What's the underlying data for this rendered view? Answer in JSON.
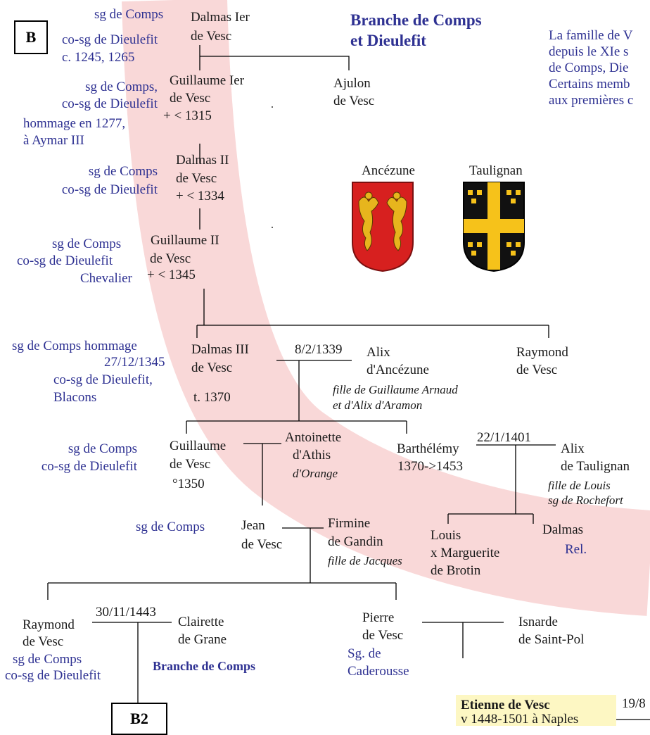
{
  "header": {
    "box_label": "B",
    "title_line1": "Branche de Comps",
    "title_line2": "et Dieulefit",
    "intro": [
      "La famille de V",
      "depuis le XIe  s",
      "de Comps, Die",
      "Certains memb",
      "aux premières c"
    ]
  },
  "coats_of_arms": [
    {
      "label": "Ancézune",
      "field_color": "#d7201f",
      "charge_color": "#e7b51d"
    },
    {
      "label": "Taulignan",
      "field_color": "#f6c21a",
      "charge_color": "#111111"
    }
  ],
  "persons": {
    "dalmas1": {
      "name": [
        "Dalmas Ier",
        "de Vesc"
      ],
      "notes": [
        "sg de Comps",
        "co-sg de Dieulefit",
        "c. 1245, 1265"
      ]
    },
    "guillaume1": {
      "name": [
        "Guillaume Ier",
        "de Vesc",
        "+ < 1315"
      ],
      "notes": [
        "sg de Comps,",
        "co-sg de Dieulefit",
        "hommage en 1277,",
        "à Aymar III"
      ]
    },
    "ajulon": {
      "name": [
        "Ajulon",
        "de Vesc"
      ]
    },
    "dalmas2": {
      "name": [
        "Dalmas II",
        "de Vesc",
        "+ < 1334"
      ],
      "notes": [
        "sg de Comps",
        "co-sg de Dieulefit"
      ]
    },
    "guillaume2": {
      "name": [
        "Guillaume II",
        "de Vesc",
        "+ < 1345"
      ],
      "notes": [
        "sg de Comps",
        "co-sg de Dieulefit",
        "Chevalier"
      ]
    },
    "dalmas3": {
      "name": [
        "Dalmas III",
        "de Vesc",
        "t. 1370"
      ],
      "notes": [
        "sg de Comps  hommage",
        "27/12/1345",
        "co-sg de Dieulefit,",
        "Blacons"
      ]
    },
    "marriage_dalmas3": {
      "date": "8/2/1339"
    },
    "alix_ancezune": {
      "name": [
        "Alix",
        "d'Ancézune"
      ],
      "italic": [
        "fille de Guillaume Arnaud",
        "et d'Alix d'Aramon"
      ]
    },
    "raymond1": {
      "name": [
        "Raymond",
        "de Vesc"
      ]
    },
    "guillaume3": {
      "name": [
        "Guillaume",
        "de Vesc",
        "°1350"
      ],
      "notes": [
        "sg de Comps",
        "co-sg de Dieulefit"
      ]
    },
    "antoinette": {
      "name": [
        "Antoinette",
        "d'Athis"
      ],
      "italic": [
        "d'Orange"
      ]
    },
    "barthelemy": {
      "name": [
        "Barthélémy",
        "1370->1453"
      ]
    },
    "marriage_barthelemy": {
      "date": "22/1/1401"
    },
    "alix_taulignan": {
      "name": [
        "Alix",
        "de Taulignan"
      ],
      "italic": [
        "fille de Louis",
        "sg de Rochefort"
      ]
    },
    "jean": {
      "name": [
        "Jean",
        "de Vesc"
      ],
      "notes": [
        "sg de Comps"
      ]
    },
    "firmine": {
      "name": [
        "Firmine",
        "de Gandin"
      ],
      "italic": [
        "fille de Jacques"
      ]
    },
    "louis": {
      "name": [
        "Louis",
        "x Marguerite",
        "de Brotin"
      ]
    },
    "dalmas4": {
      "name": [
        "Dalmas"
      ],
      "notes": [
        "Rel."
      ]
    },
    "raymond2": {
      "name": [
        "Raymond",
        "de Vesc"
      ],
      "notes": [
        "sg de Comps",
        "co-sg de Dieulefit"
      ]
    },
    "marriage_raymond2": {
      "date": "30/11/1443"
    },
    "clairette": {
      "name": [
        "Clairette",
        "de Grane"
      ]
    },
    "branche_comps": {
      "label": "Branche de Comps"
    },
    "box_b2": {
      "label": "B2"
    },
    "pierre": {
      "name": [
        "Pierre",
        "de Vesc"
      ],
      "notes": [
        "Sg. de",
        "Caderousse"
      ]
    },
    "isnarde": {
      "name": [
        "Isnarde",
        "de Saint-Pol"
      ]
    },
    "etienne": {
      "name": "Etienne de Vesc",
      "dates": "v 1448-1501 à Naples",
      "date_right": "19/8"
    }
  },
  "colors": {
    "blue_text": "#2e3192",
    "band": "#f9d8d8",
    "highlight": "#fdf7c3"
  }
}
